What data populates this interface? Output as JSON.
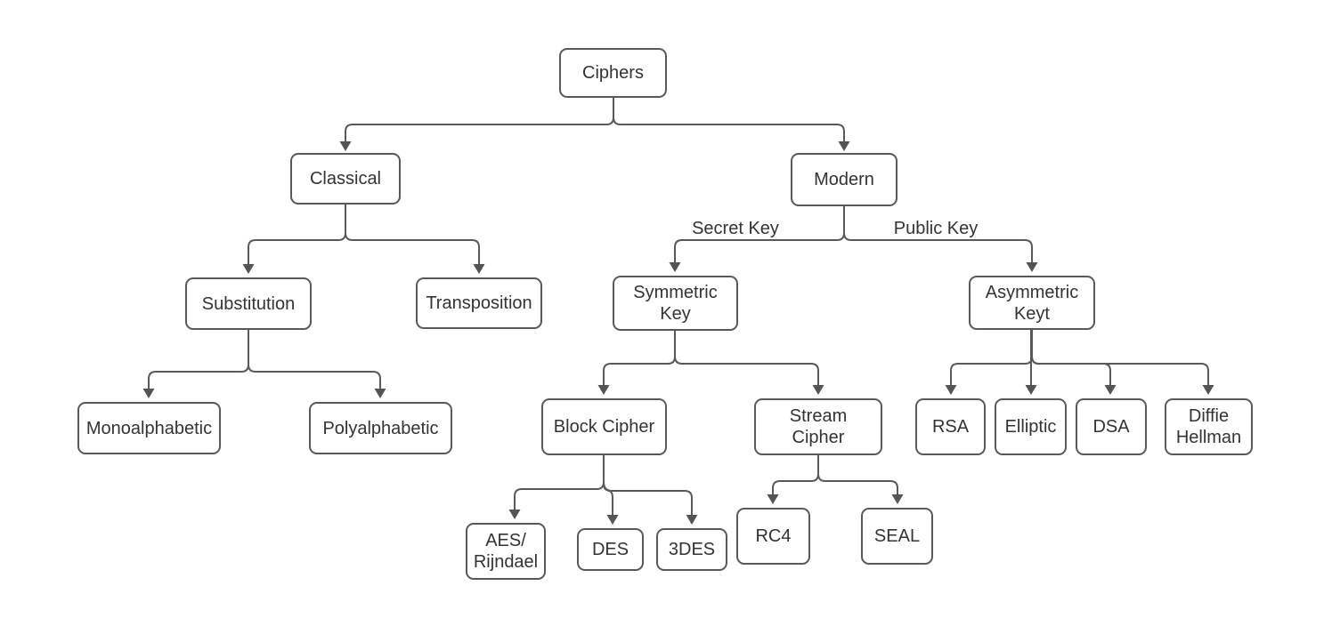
{
  "diagram": {
    "nodes": {
      "ciphers": {
        "label": "Ciphers"
      },
      "classical": {
        "label": "Classical"
      },
      "modern": {
        "label": "Modern"
      },
      "substitution": {
        "label": "Substitution"
      },
      "transposition": {
        "label": "Transposition"
      },
      "symmetric_key": {
        "label": "Symmetric\nKey"
      },
      "asymmetric_key": {
        "label": "Asymmetric\nKeyt"
      },
      "monoalphabetic": {
        "label": "Monoalphabetic"
      },
      "polyalphabetic": {
        "label": "Polyalphabetic"
      },
      "block_cipher": {
        "label": "Block Cipher"
      },
      "stream_cipher": {
        "label": "Stream\nCipher"
      },
      "aes_rijndael": {
        "label": "AES/\nRijndael"
      },
      "des": {
        "label": "DES"
      },
      "triple_des": {
        "label": "3DES"
      },
      "rc4": {
        "label": "RC4"
      },
      "seal": {
        "label": "SEAL"
      },
      "rsa": {
        "label": "RSA"
      },
      "elliptic": {
        "label": "Elliptic"
      },
      "dsa": {
        "label": "DSA"
      },
      "diffie_hellman": {
        "label": "Diffie\nHellman"
      }
    },
    "edge_labels": {
      "secret_key": "Secret Key",
      "public_key": "Public Key"
    },
    "colors": {
      "box_border": "#595959",
      "box_fill": "#ffffff",
      "connector": "#595959",
      "arrowhead": "#545454",
      "text": "#333333",
      "background": "#ffffff"
    }
  }
}
